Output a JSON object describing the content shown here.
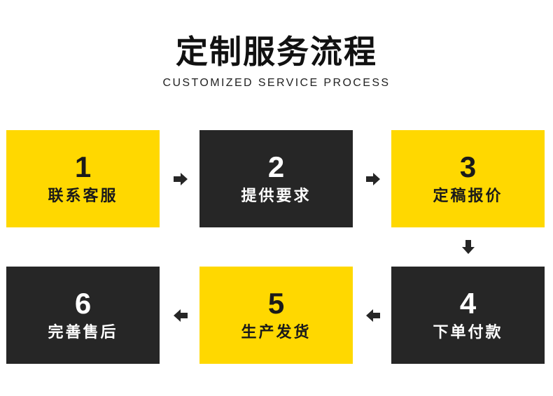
{
  "title": "定制服务流程",
  "subtitle": "CUSTOMIZED SERVICE PROCESS",
  "colors": {
    "yellow": "#ffd800",
    "dark": "#262626",
    "arrow": "#262626"
  },
  "steps": [
    {
      "number": "1",
      "label": "联系客服"
    },
    {
      "number": "2",
      "label": "提供要求"
    },
    {
      "number": "3",
      "label": "定稿报价"
    },
    {
      "number": "4",
      "label": "下单付款"
    },
    {
      "number": "5",
      "label": "生产发货"
    },
    {
      "number": "6",
      "label": "完善售后"
    }
  ]
}
